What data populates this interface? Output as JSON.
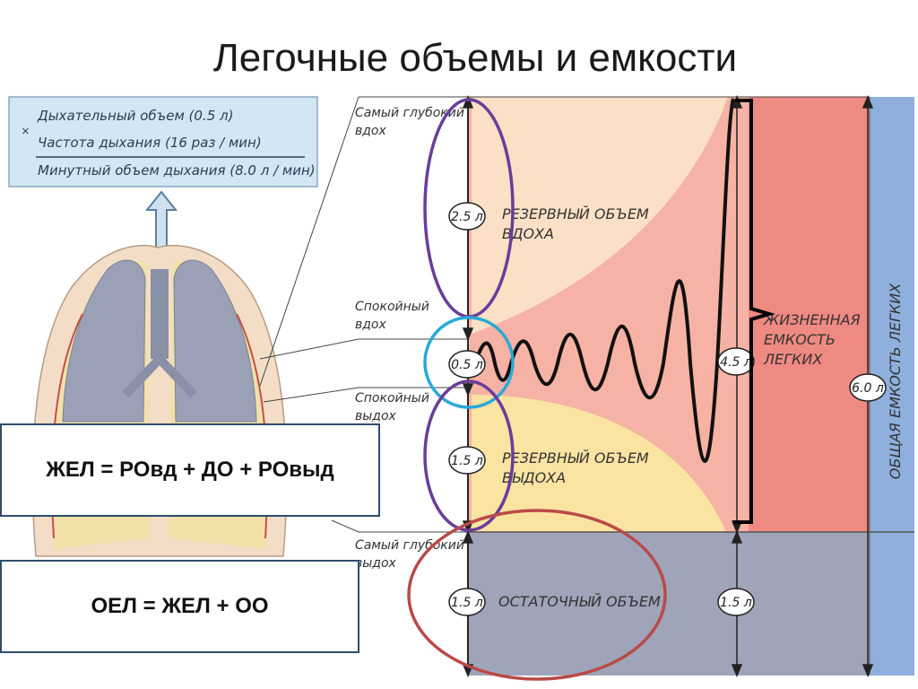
{
  "title": "Легочные объемы и емкости",
  "minute_box": {
    "line1": "Дыхательный объем (0.5 л)",
    "operator": "×",
    "line2": "Частота дыхания (16 раз / мин)",
    "line3": "Минутный объем дыхания (8.0 л / мин)"
  },
  "levels": {
    "deep_inhale": [
      "Самый глубокий",
      "вдох"
    ],
    "calm_inhale": [
      "Спокойный",
      "вдох"
    ],
    "calm_exhale": [
      "Спокойный",
      "выдох"
    ],
    "deep_exhale": [
      "Самый глубокий",
      "выдох"
    ]
  },
  "volumes": {
    "irv": {
      "value": "2.5 л",
      "label": [
        "РЕЗЕРВНЫЙ ОБЪЕМ",
        "ВДОХА"
      ]
    },
    "tv": {
      "value": "0.5 л"
    },
    "erv": {
      "value": "1.5 л",
      "label": [
        "РЕЗЕРВНЫЙ ОБЪЕМ",
        "ВЫДОХА"
      ]
    },
    "rv": {
      "value": "1.5 л",
      "label": "ОСТАТОЧНЫЙ ОБЪЕМ"
    },
    "vc": {
      "value": "4.5 л",
      "label": [
        "ЖИЗНЕННАЯ",
        "ЕМКОСТЬ",
        "ЛЕГКИХ"
      ]
    },
    "rv_right": {
      "value": "1.5 л"
    },
    "tlc": {
      "value": "6.0 л",
      "label": "ОБЩАЯ ЕМКОСТЬ ЛЕГКИХ"
    }
  },
  "formulas": {
    "vc": "ЖЕЛ = РОвд + ДО + РОвыд",
    "tlc": "ОЕЛ = ЖЕЛ + ОО"
  },
  "colors": {
    "irv_area": "#fbe0c6",
    "erv_area": "#fbe3a2",
    "vc_area": "#f6b3a5",
    "tlc_column": "#ef8a82",
    "rv_area": "#9fa4b8",
    "side_bar": "#8fb0dc",
    "circle_purple": "#6a3d9a",
    "circle_cyan": "#2aa9d9",
    "circle_red": "#b94a48"
  }
}
